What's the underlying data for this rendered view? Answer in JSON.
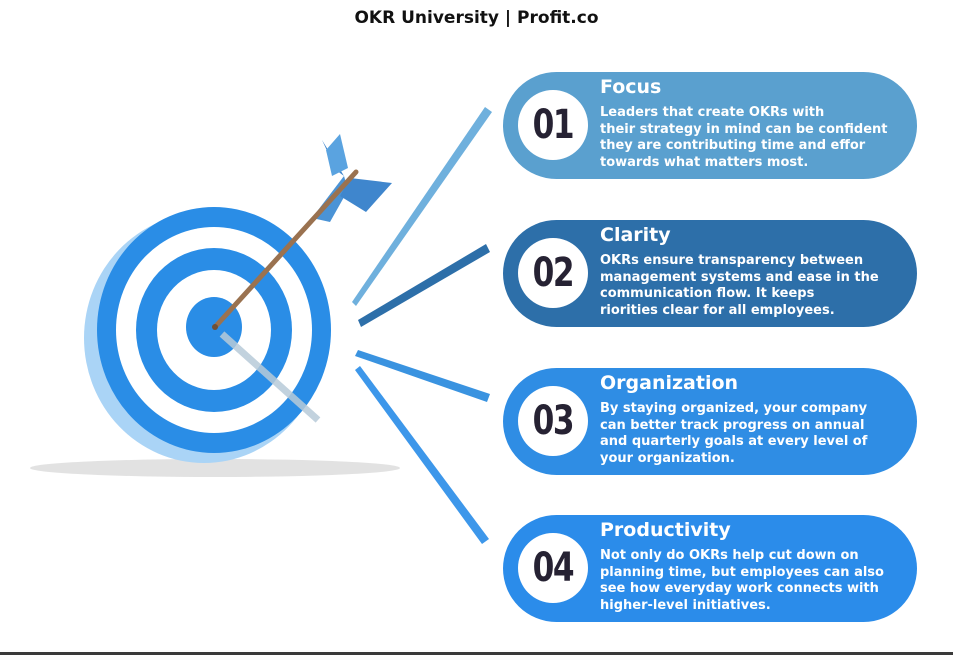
{
  "header": {
    "title": "OKR University | Profit.co"
  },
  "items": [
    {
      "number": "01",
      "title": "Focus",
      "text": "Leaders that create OKRs with\ntheir strategy in mind can be confident\nthey are contributing time and effor\ntowards what matters most."
    },
    {
      "number": "02",
      "title": "Clarity",
      "text": "OKRs ensure transparency between\nmanagement systems and ease in the\ncommunication flow. It keeps\nriorities clear for all employees."
    },
    {
      "number": "03",
      "title": "Organization",
      "text": "By staying organized, your company\ncan better track progress on annual\nand quarterly goals at every level of\nyour organization."
    },
    {
      "number": "04",
      "title": "Productivity",
      "text": "Not only do OKRs help cut down on\nplanning time, but employees can also\nsee how everyday work connects with\nhigher-level initiatives."
    }
  ],
  "colors": {
    "pill_1": "#5aa0cf",
    "pill_2": "#2d6fa9",
    "pill_3": "#2f8de4",
    "pill_4": "#2b8cea",
    "target_blue": "#2a8de6",
    "arrow_shaft": "#9a7250",
    "number_text": "#262233"
  }
}
